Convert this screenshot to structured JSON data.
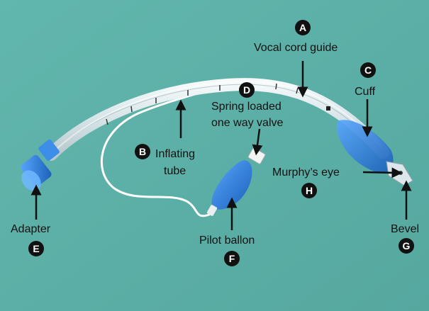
{
  "colors": {
    "background": "#5fb3aa",
    "tube": "#e9f1f3",
    "accent_blue": "#2f7fd6",
    "badge": "#111111",
    "label": "#111111"
  },
  "markers": {
    "A": "A",
    "B": "B",
    "C": "C",
    "D": "D",
    "E": "E",
    "F": "F",
    "G": "G",
    "H": "H"
  },
  "labels": {
    "vocal_cord_guide": "Vocal cord guide",
    "cuff": "Cuff",
    "spring_line1": "Spring loaded",
    "spring_line2": "one way valve",
    "inflating_line1": "Inflating",
    "inflating_line2": "tube",
    "murphys_eye": "Murphy’s eye",
    "adapter": "Adapter",
    "pilot_ballon": "Pilot ballon",
    "bevel": "Bevel"
  }
}
